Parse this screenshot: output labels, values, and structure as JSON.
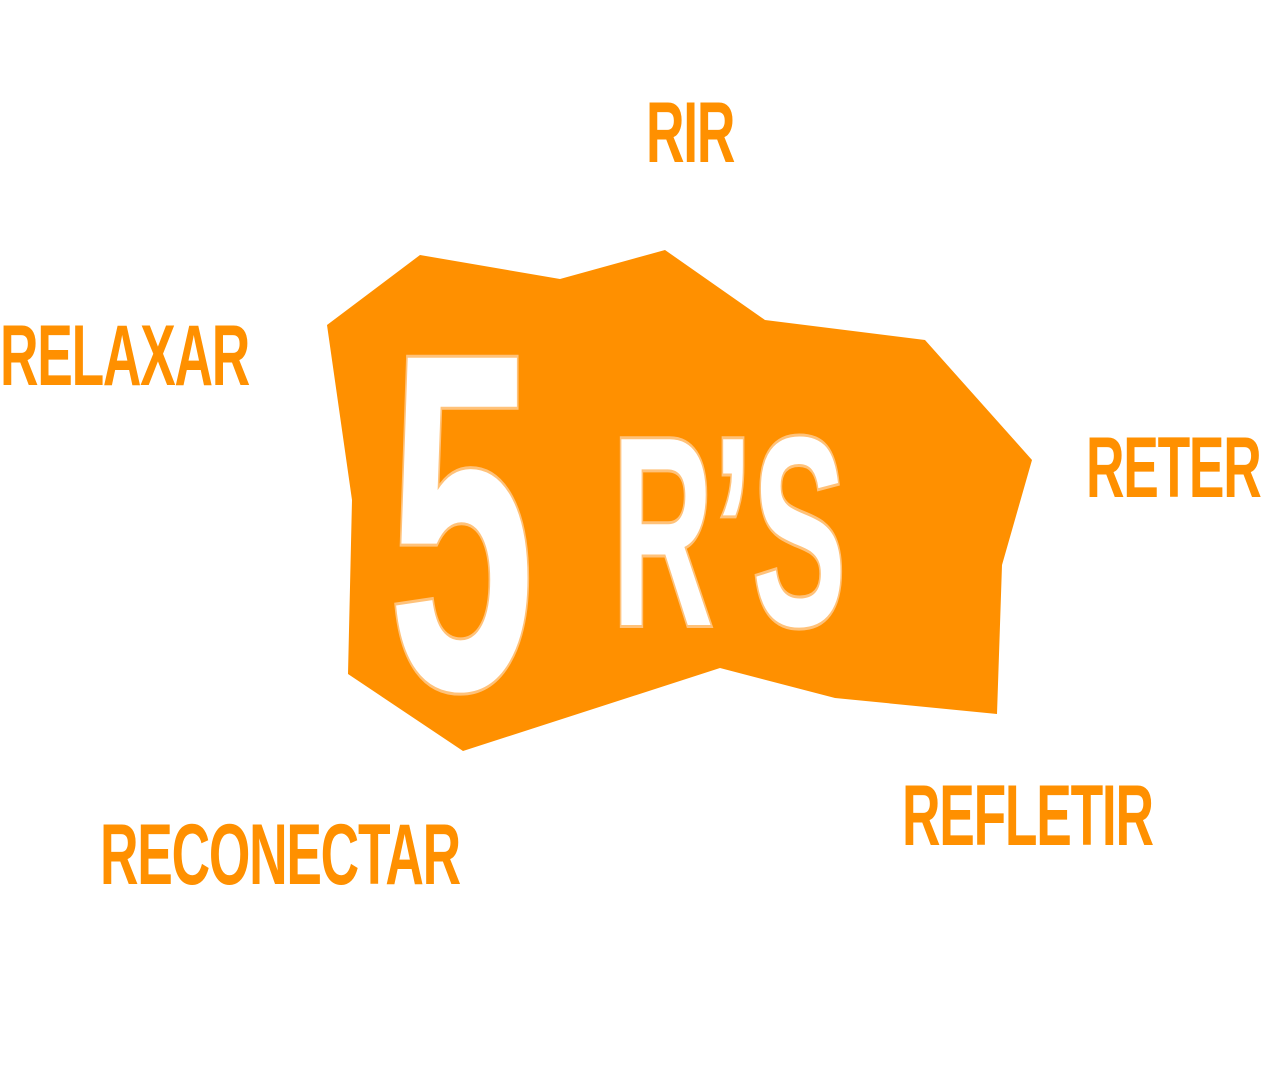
{
  "center": {
    "numeral": "5",
    "letters": "R’S"
  },
  "words": {
    "top": "RIR",
    "left": "RELAXAR",
    "right": "RETER",
    "bottom_right": "REFLETIR",
    "bottom_left": "RECONECTAR"
  },
  "colors": {
    "accent": "#ff9000",
    "outline": "#ffc27a",
    "background": "#ffffff"
  }
}
